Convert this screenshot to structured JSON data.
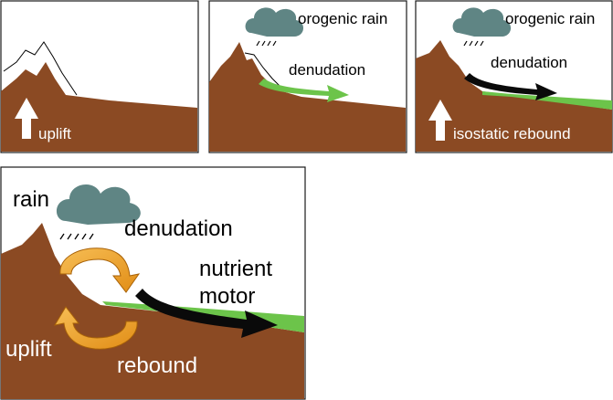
{
  "colors": {
    "earth": "#8b4a23",
    "earth_dark": "#7a3f1c",
    "cloud": "#5f8584",
    "green": "#6cc44a",
    "black_arrow": "#0a0a0a",
    "orange": "#f2a52b",
    "orange_dark": "#c77a10",
    "white": "#ffffff"
  },
  "panels": [
    {
      "id": "panel-1",
      "labels": {
        "uplift": "uplift"
      }
    },
    {
      "id": "panel-2",
      "labels": {
        "orogenic_rain": "orogenic rain",
        "denudation": "denudation"
      }
    },
    {
      "id": "panel-3",
      "labels": {
        "orogenic_rain": "orogenic rain",
        "denudation": "denudation",
        "isostatic_rebound": "isostatic rebound"
      }
    },
    {
      "id": "panel-4",
      "labels": {
        "rain": "rain",
        "denudation": "denudation",
        "nutrient": "nutrient",
        "motor": "motor",
        "uplift": "uplift",
        "rebound": "rebound"
      }
    }
  ]
}
